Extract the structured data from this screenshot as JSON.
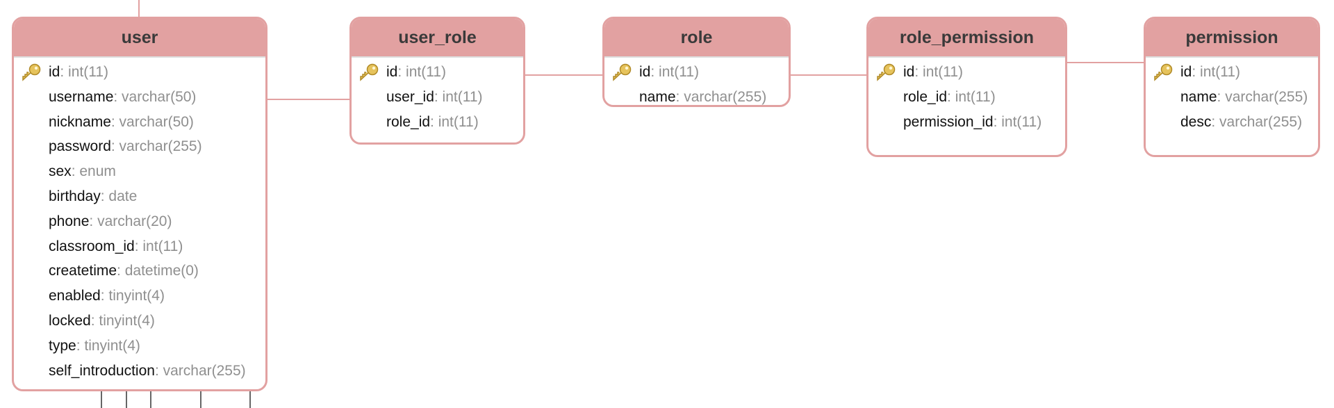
{
  "colors": {
    "header_fill": "#e2a1a1",
    "border": "#e2a1a1",
    "connector": "#e2a1a1",
    "field_name": "#111111",
    "field_type": "#8f8f8f",
    "key_icon": "#e6c35c"
  },
  "tables": [
    {
      "name": "user",
      "fields": [
        {
          "name": "id",
          "type": ": int(11)",
          "key": true
        },
        {
          "name": "username",
          "type": ": varchar(50)",
          "key": false
        },
        {
          "name": "nickname",
          "type": ": varchar(50)",
          "key": false
        },
        {
          "name": "password",
          "type": ": varchar(255)",
          "key": false
        },
        {
          "name": "sex",
          "type": ": enum",
          "key": false
        },
        {
          "name": "birthday",
          "type": ": date",
          "key": false
        },
        {
          "name": "phone",
          "type": ": varchar(20)",
          "key": false
        },
        {
          "name": "classroom_id",
          "type": ": int(11)",
          "key": false
        },
        {
          "name": "createtime",
          "type": ": datetime(0)",
          "key": false
        },
        {
          "name": "enabled",
          "type": ": tinyint(4)",
          "key": false
        },
        {
          "name": "locked",
          "type": ": tinyint(4)",
          "key": false
        },
        {
          "name": "type",
          "type": ": tinyint(4)",
          "key": false
        },
        {
          "name": "self_introduction",
          "type": ": varchar(255)",
          "key": false
        }
      ]
    },
    {
      "name": "user_role",
      "fields": [
        {
          "name": "id",
          "type": ": int(11)",
          "key": true
        },
        {
          "name": "user_id",
          "type": ": int(11)",
          "key": false
        },
        {
          "name": "role_id",
          "type": ": int(11)",
          "key": false
        }
      ]
    },
    {
      "name": "role",
      "fields": [
        {
          "name": "id",
          "type": ": int(11)",
          "key": true
        },
        {
          "name": "name",
          "type": ": varchar(255)",
          "key": false
        }
      ]
    },
    {
      "name": "role_permission",
      "fields": [
        {
          "name": "id",
          "type": ": int(11)",
          "key": true
        },
        {
          "name": "role_id",
          "type": ": int(11)",
          "key": false
        },
        {
          "name": "permission_id",
          "type": ": int(11)",
          "key": false
        }
      ]
    },
    {
      "name": "permission",
      "fields": [
        {
          "name": "id",
          "type": ": int(11)",
          "key": true
        },
        {
          "name": "name",
          "type": ": varchar(255)",
          "key": false
        },
        {
          "name": "desc",
          "type": ": varchar(255)",
          "key": false
        }
      ]
    }
  ],
  "relations": [
    {
      "from": "user",
      "to": "user_role"
    },
    {
      "from": "user_role",
      "to": "role"
    },
    {
      "from": "role",
      "to": "role_permission"
    },
    {
      "from": "role_permission",
      "to": "permission"
    }
  ]
}
